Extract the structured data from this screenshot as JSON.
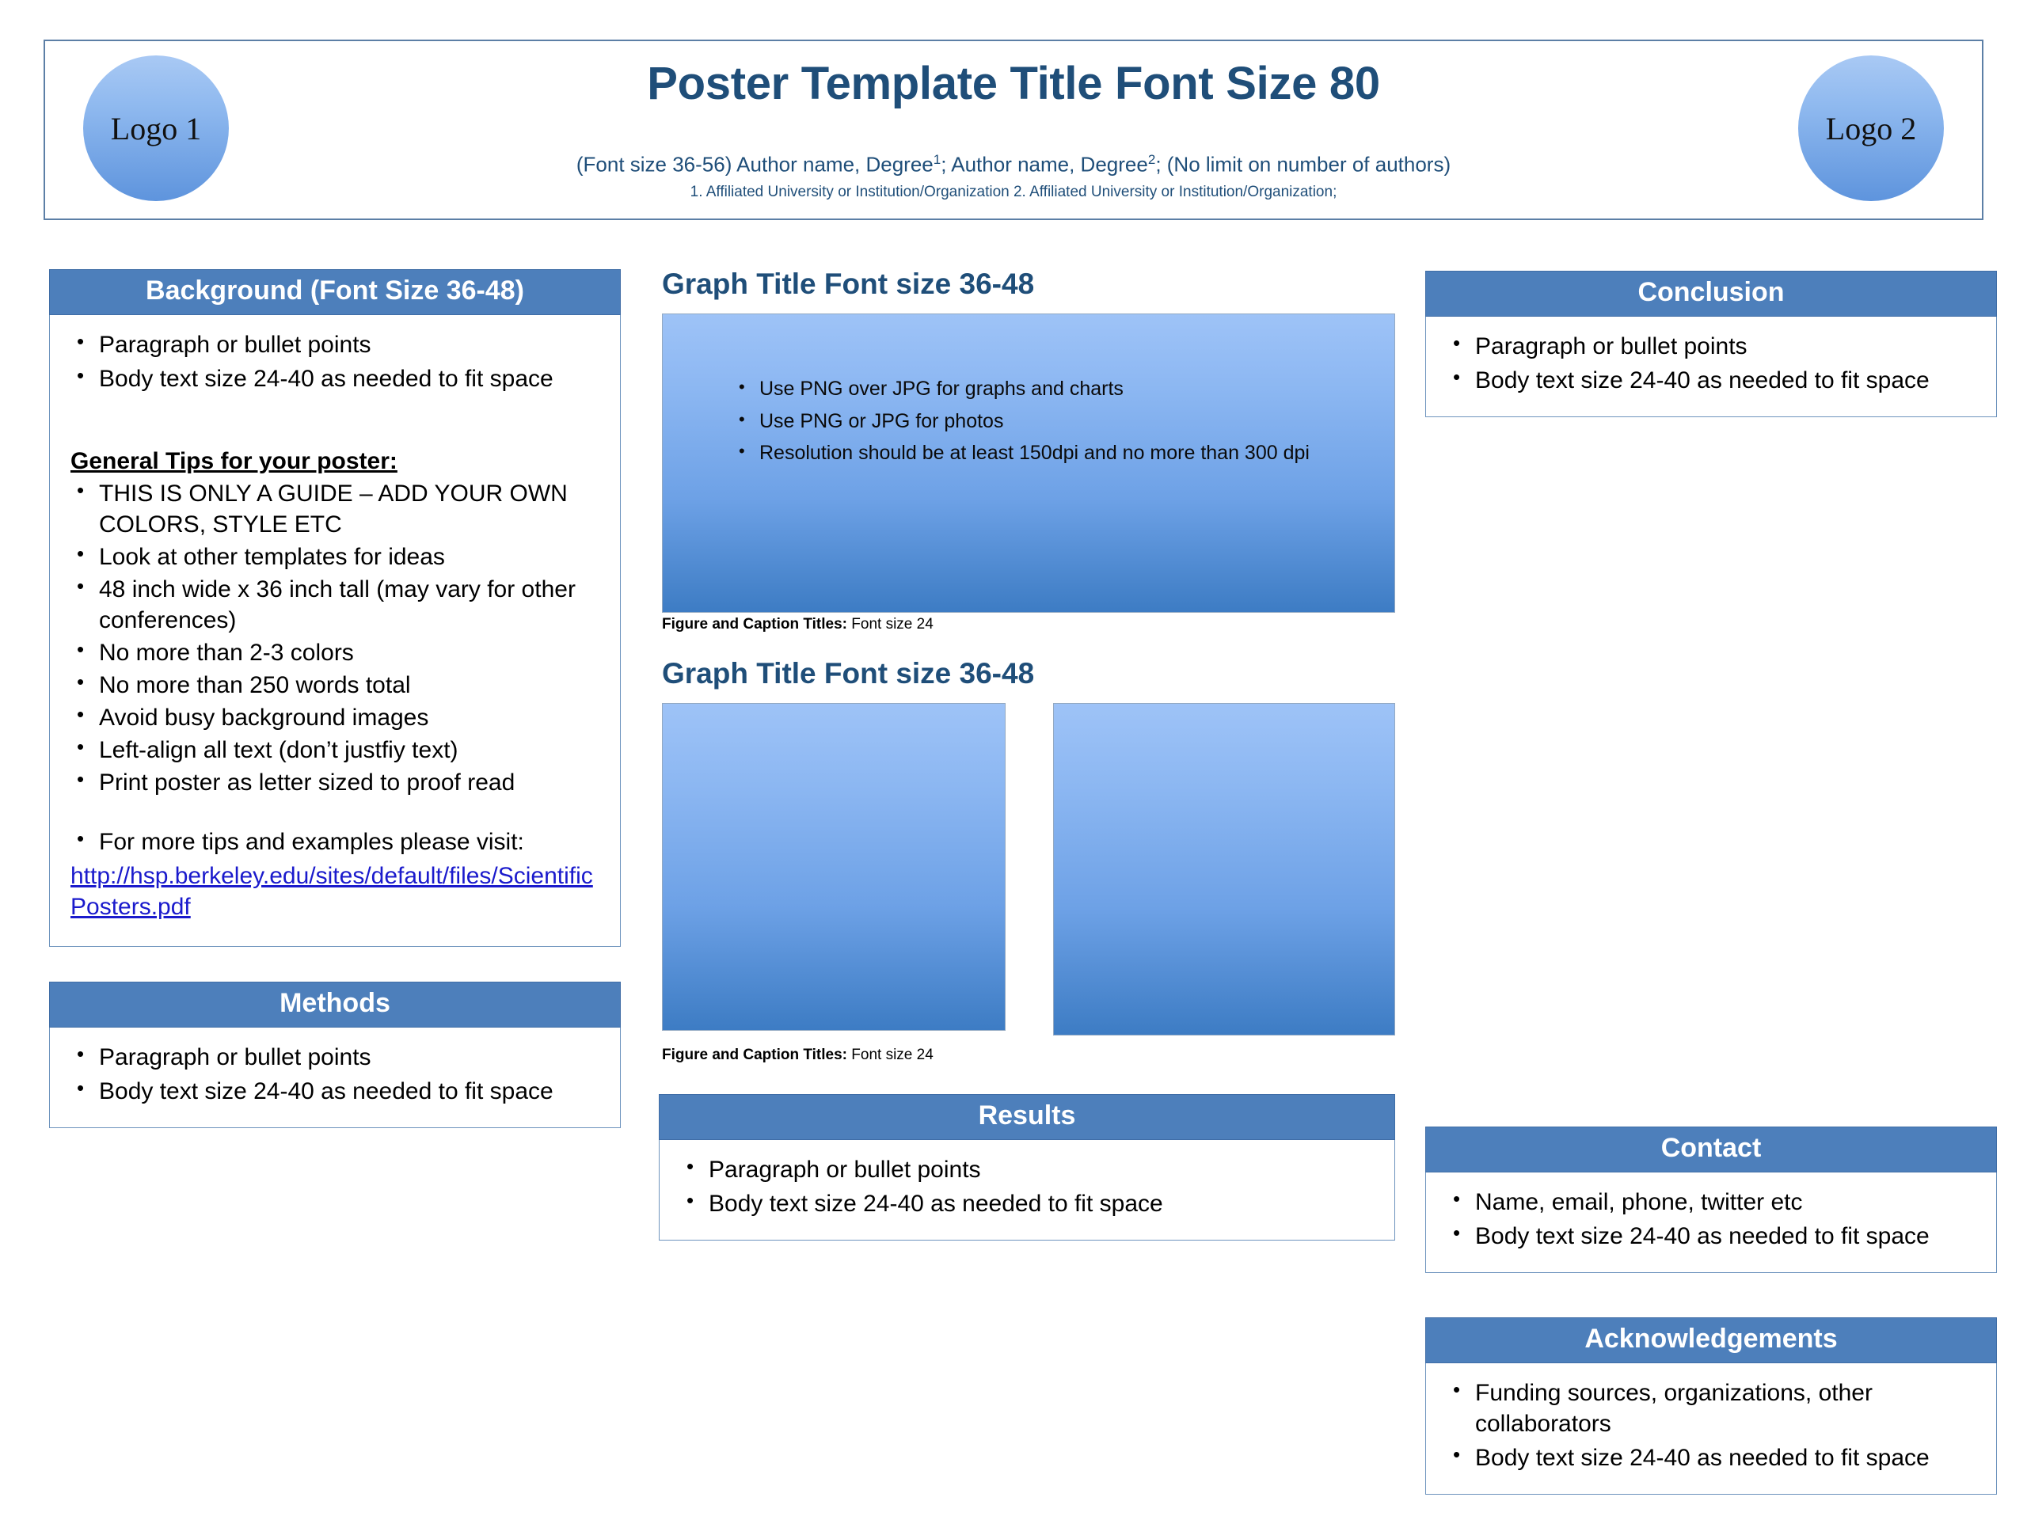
{
  "header": {
    "logo_left": "Logo 1",
    "logo_right": "Logo 2",
    "title": "Poster Template Title Font Size 80",
    "authors_prefix": "(Font size 36-56) Author name, Degree",
    "authors_sup1": "1",
    "authors_mid": "; Author name, Degree",
    "authors_sup2": "2",
    "authors_suffix": "; (No limit on number of authors)",
    "affiliation": "1.  Affiliated University or Institution/Organization 2. Affiliated University or Institution/Organization;"
  },
  "background": {
    "heading": "Background (Font Size 36-48)",
    "bullets": [
      "Paragraph or bullet points",
      "Body text size  24-40 as needed to fit space"
    ],
    "tips_heading": "General Tips for your poster:",
    "tips": [
      "THIS IS ONLY A GUIDE – ADD YOUR OWN COLORS, STYLE ETC",
      "Look at other templates for ideas",
      "48 inch wide x 36 inch tall (may vary for other conferences)",
      "No more than 2-3 colors",
      "No more than 250 words total",
      "Avoid busy background images",
      "Left-align all text (don’t justfiy text)",
      "Print poster as letter sized to proof read"
    ],
    "visit_bullet": "For more tips and examples please visit:",
    "link": "http://hsp.berkeley.edu/sites/default/files/ScientificPosters.pdf"
  },
  "methods": {
    "heading": "Methods",
    "bullets": [
      "Paragraph or bullet points",
      "Body text size  24-40 as needed to fit space"
    ]
  },
  "graph1": {
    "title": "Graph Title Font size 36-48",
    "bullets": [
      "Use PNG over JPG for graphs and charts",
      "Use PNG or JPG for photos",
      "Resolution should be at least 150dpi and no more than 300 dpi"
    ],
    "caption_bold": "Figure and Caption Titles:",
    "caption_rest": " Font size 24"
  },
  "graph2": {
    "title": "Graph Title Font size 36-48",
    "caption_bold": "Figure and Caption Titles:",
    "caption_rest": " Font size 24"
  },
  "results": {
    "heading": "Results",
    "bullets": [
      "Paragraph or bullet points",
      "Body text size  24-40 as needed to fit space"
    ]
  },
  "conclusion": {
    "heading": "Conclusion",
    "bullets": [
      "Paragraph or bullet points",
      "Body text size  24-40 as needed to fit space"
    ]
  },
  "contact": {
    "heading": "Contact",
    "bullets": [
      "Name, email, phone, twitter etc",
      "Body text size  24-40 as needed to fit space"
    ]
  },
  "acknowledgements": {
    "heading": "Acknowledgements",
    "bullets": [
      "Funding sources, organizations, other collaborators",
      "Body text size  24-40 as needed to fit space"
    ]
  },
  "colors": {
    "header_bar": "#4d7fbb",
    "heading_text": "#1f4e79",
    "panel_border": "#6d93bd",
    "link": "#1a1acc",
    "graph_gradient_top": "#9ec3f7",
    "graph_gradient_bottom": "#3d7cc4"
  }
}
